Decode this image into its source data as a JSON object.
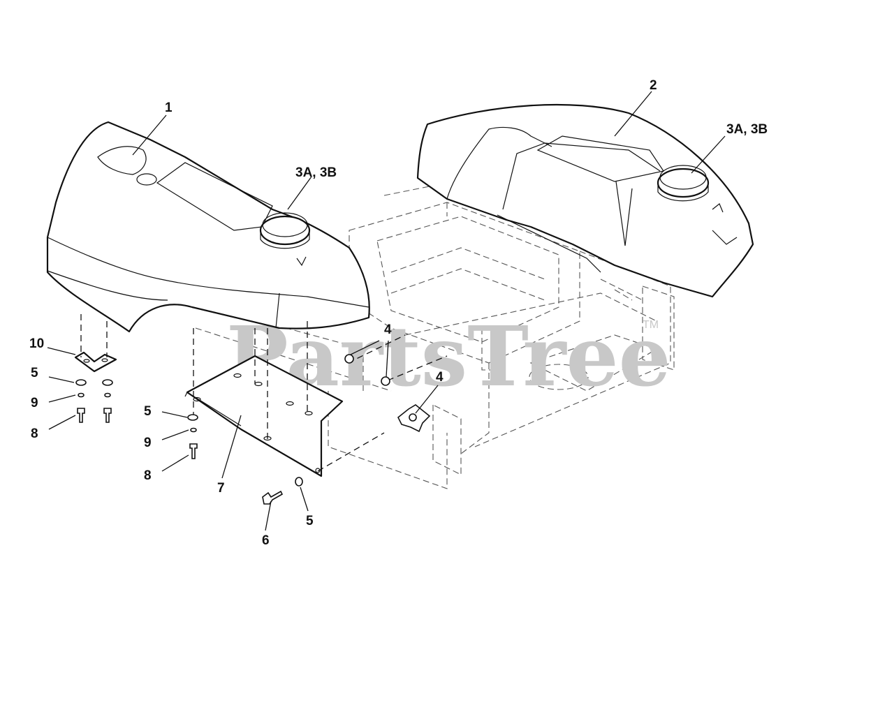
{
  "watermark": {
    "text": "PartsTree",
    "tm": "TM"
  },
  "callouts": {
    "part_1": "1",
    "part_2": "2",
    "part_3_left": "3A, 3B",
    "part_3_right": "3A, 3B",
    "part_4_upper": "4",
    "part_4_lower": "4",
    "part_5_a": "5",
    "part_5_b": "5",
    "part_5_c": "5",
    "part_6": "6",
    "part_7": "7",
    "part_8_a": "8",
    "part_8_b": "8",
    "part_9_a": "9",
    "part_9_b": "9",
    "part_10": "10"
  }
}
